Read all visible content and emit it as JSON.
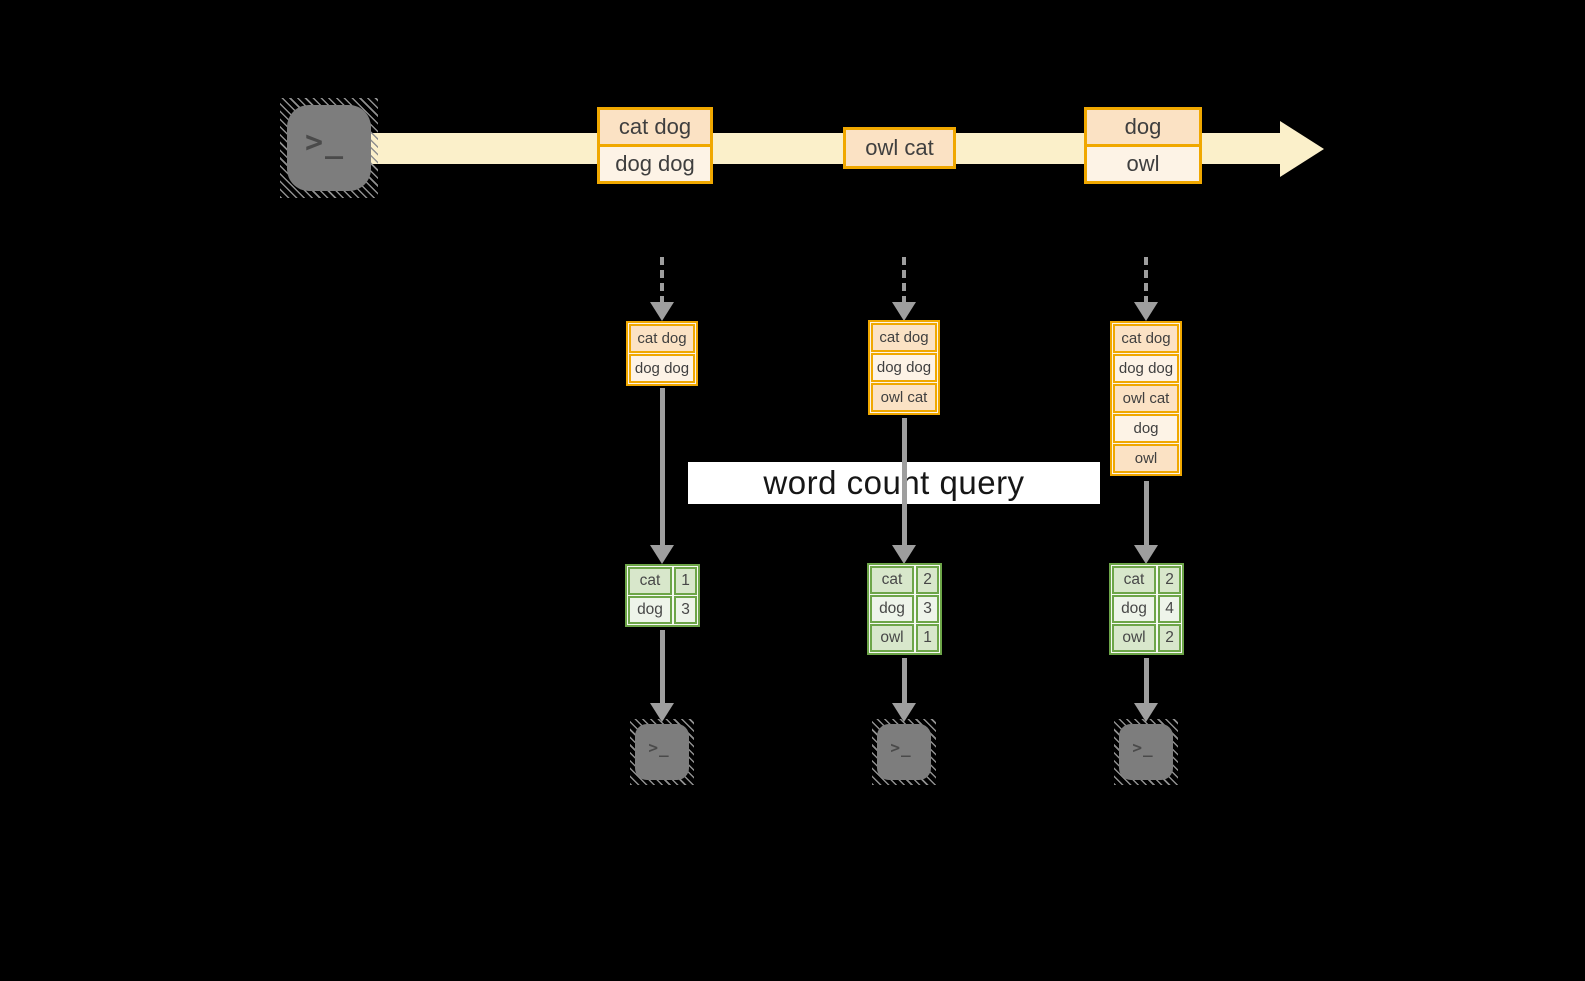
{
  "query": {
    "label": "word count query"
  },
  "glyphs": {
    "prompt": ">_"
  },
  "source": {
    "icon": "terminal"
  },
  "stream": {
    "events": [
      {
        "records": [
          "cat dog",
          "dog dog"
        ]
      },
      {
        "records": [
          "owl cat"
        ]
      },
      {
        "records": [
          "dog",
          "owl"
        ]
      }
    ]
  },
  "batches": [
    {
      "records": [
        "cat dog",
        "dog dog"
      ],
      "counts": [
        {
          "word": "cat",
          "count": "1"
        },
        {
          "word": "dog",
          "count": "3"
        }
      ]
    },
    {
      "records": [
        "cat dog",
        "dog dog",
        "owl cat"
      ],
      "counts": [
        {
          "word": "cat",
          "count": "2"
        },
        {
          "word": "dog",
          "count": "3"
        },
        {
          "word": "owl",
          "count": "1"
        }
      ]
    },
    {
      "records": [
        "cat dog",
        "dog dog",
        "owl cat",
        "dog",
        "owl"
      ],
      "counts": [
        {
          "word": "cat",
          "count": "2"
        },
        {
          "word": "dog",
          "count": "4"
        },
        {
          "word": "owl",
          "count": "2"
        }
      ]
    }
  ],
  "colors": {
    "gold": "#F0A800",
    "peach": "#FBE2C4",
    "cream": "#FDF3E6",
    "band": "#FBF0CA",
    "green": "#6DA548",
    "green_fill": "#D8E7CB",
    "green_pale": "#EEF4EA",
    "arrow": "#9E9E9E",
    "terminal": "#7D7D7D",
    "glyph": "#4A4A4A",
    "banner_bg": "#FFFFFF",
    "banner_ink": "#161616",
    "ink": "#3F3F3F"
  }
}
